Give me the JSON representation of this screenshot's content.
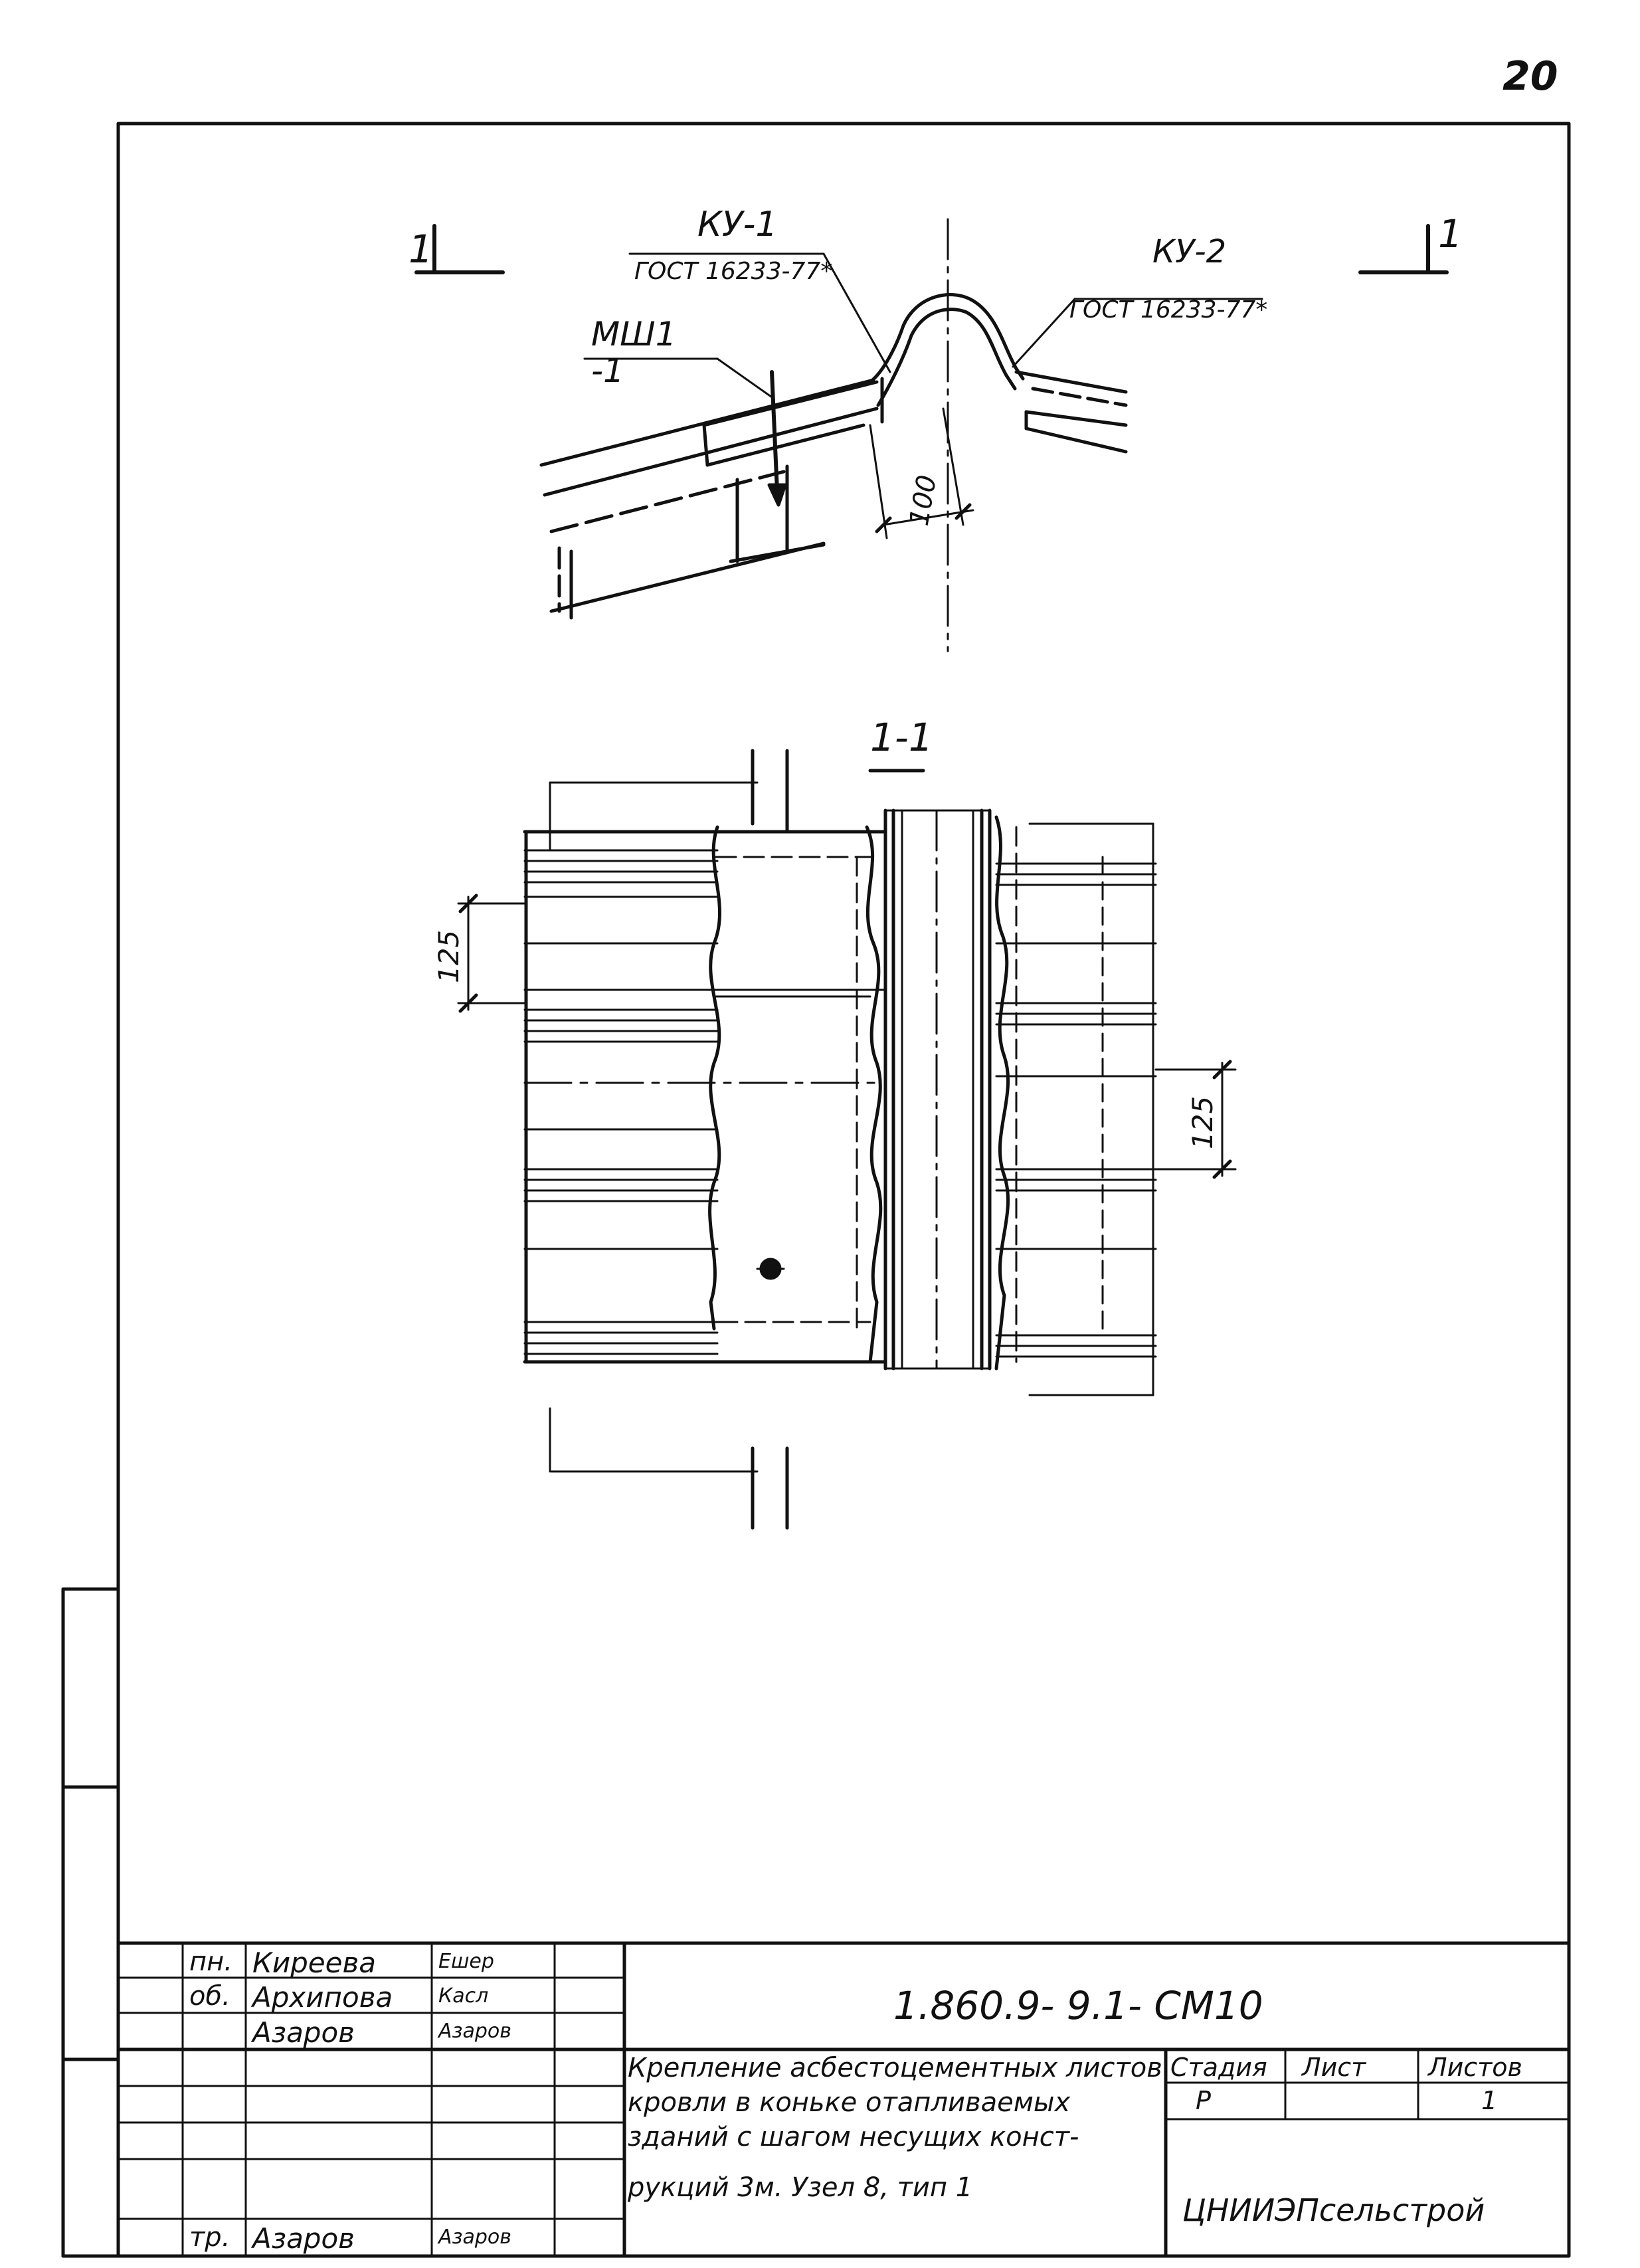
{
  "page_number": "20",
  "drawing": {
    "section_mark_left": "1",
    "section_mark_right": "1",
    "callout_ku1_title": "КУ-1",
    "callout_ku1_standard": "ГОСТ 16233-77*",
    "callout_ku2_title": "КУ-2",
    "callout_ku2_standard": "ГОСТ 16233-77*",
    "callout_msh_title": "МШ1",
    "callout_msh_qty": "-1",
    "dim_ridge": "100",
    "section_title": "1-1",
    "dim_left_pitch": "125",
    "dim_right_pitch": "125"
  },
  "title_block": {
    "roles": [
      "пн.",
      "об.",
      "",
      "",
      "",
      "",
      "тр."
    ],
    "names": [
      "Киреева",
      "Архипова",
      "Азаров",
      "",
      "",
      "",
      "Азаров"
    ],
    "signatures": [
      "Ешер",
      "Касл",
      "Азаров",
      "",
      "",
      "",
      "Азаров"
    ],
    "document_code": "1.860.9- 9.1- СМ10",
    "title_line1": "Крепление асбестоцементных листов",
    "title_line2": "кровли в коньке отапливаемых",
    "title_line3": "зданий с шагом несущих конст-",
    "title_line4": "рукций 3м.  Узел 8, тип 1",
    "stage_label": "Стадия",
    "sheet_label": "Лист",
    "sheets_label": "Листов",
    "stage_value": "Р",
    "sheet_value": "",
    "sheets_value": "1",
    "organization": "ЦНИИЭПсельстрой"
  }
}
